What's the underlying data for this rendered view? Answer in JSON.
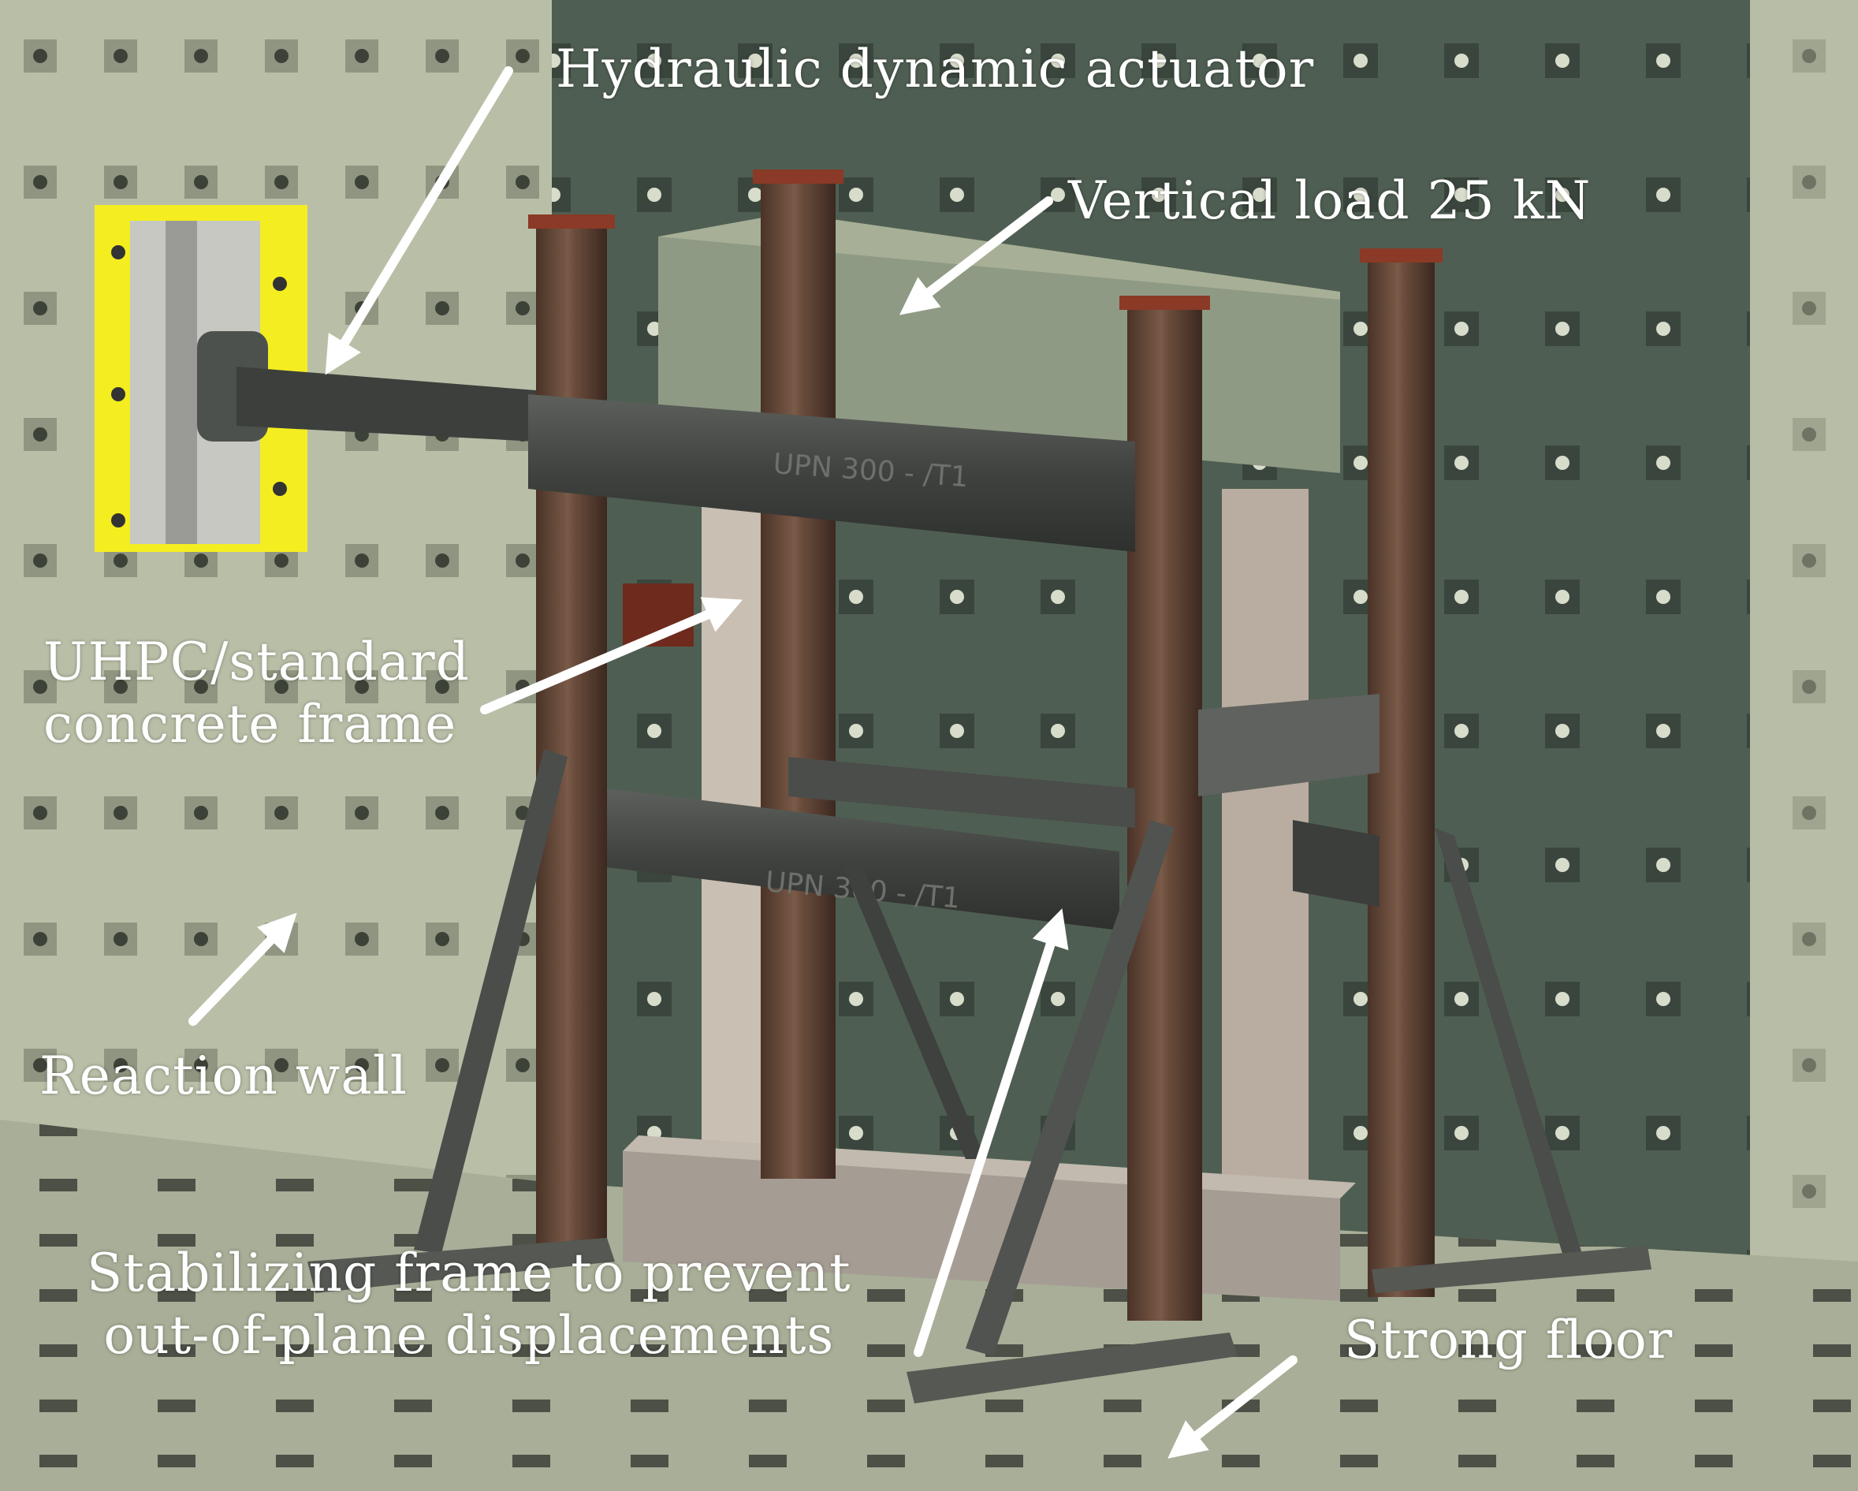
{
  "labels": {
    "actuator": "Hydraulic dynamic actuator",
    "vertical_load": "Vertical load 25 kN",
    "concrete_frame_line1": "UHPC/standard",
    "concrete_frame_line2": "concrete frame",
    "reaction_wall": "Reaction wall",
    "stabilizing_line1": "Stabilizing frame to prevent",
    "stabilizing_line2": "out-of-plane displacements",
    "strong_floor": "Strong floor"
  },
  "beam_markings": {
    "upper_beam": "UPN 300 - /T1",
    "lower_beam": "UPN 300 - /T1"
  },
  "colors": {
    "wall_light": "#b9bfa7",
    "wall_dark": "#4f5e52",
    "floor": "#a8ae97",
    "steel_column": "#5c4335",
    "steel_beam": "#4a4d4a",
    "concrete": "#c9bfb3",
    "actuator_plate": "#f4ee21",
    "arrow": "#ffffff"
  }
}
